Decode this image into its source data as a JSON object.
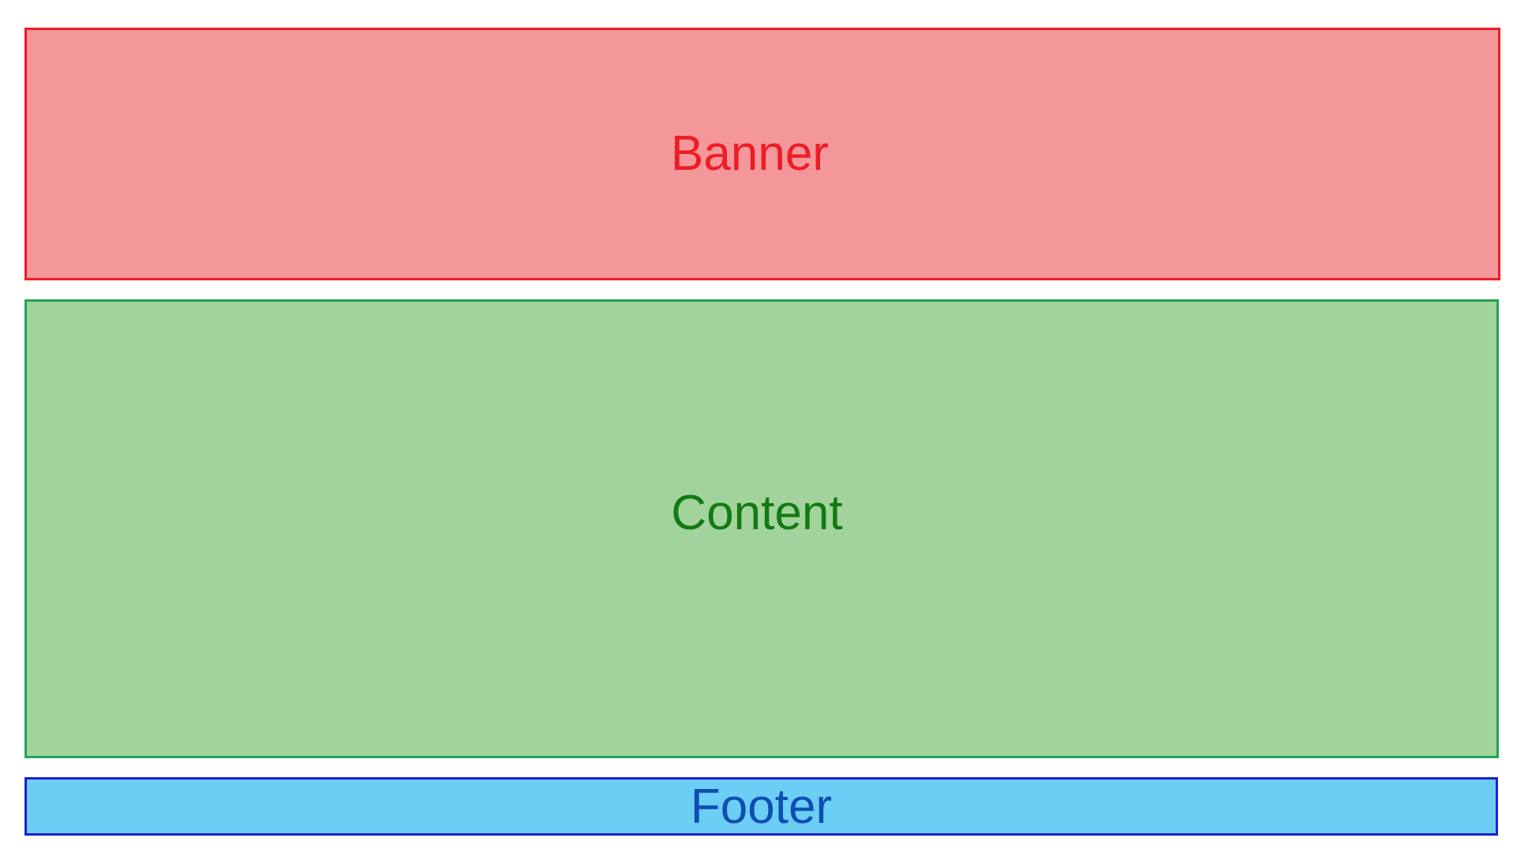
{
  "diagram": {
    "banner": {
      "label": "Banner",
      "fill_color": "#f4979b",
      "border_color": "#ee1c25",
      "text_color": "#ee1c25"
    },
    "content": {
      "label": "Content",
      "fill_color": "#a3d39c",
      "border_color": "#1fa35a",
      "text_color": "#137a13"
    },
    "footer": {
      "label": "Footer",
      "fill_color": "#6dcef5",
      "border_color": "#1d1fcf",
      "text_color": "#0d4fb0"
    }
  }
}
